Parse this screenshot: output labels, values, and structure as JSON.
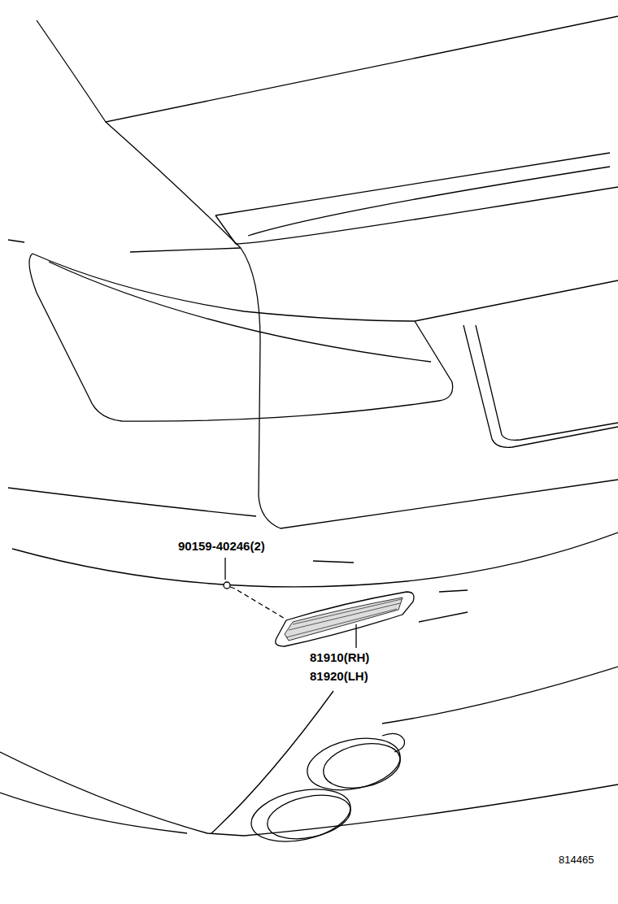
{
  "diagram": {
    "labels": [
      "90159-40246(2)",
      "81910(RH)",
      "81920(LH)",
      "814465"
    ]
  }
}
